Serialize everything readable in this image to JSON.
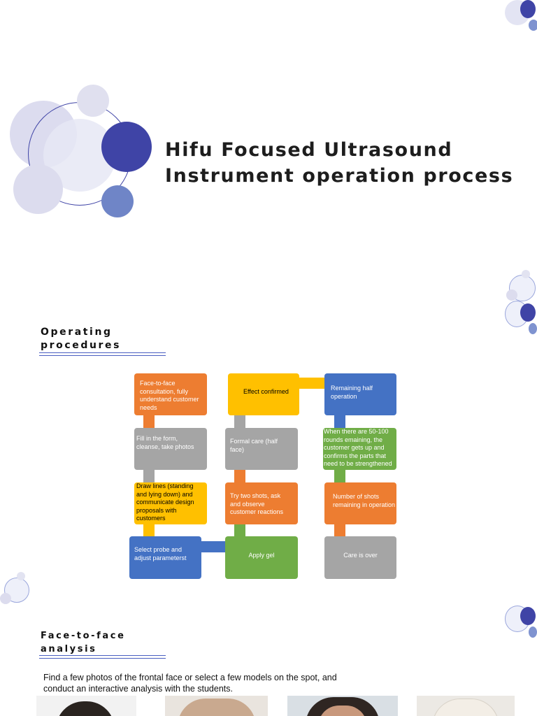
{
  "title": {
    "line1": "Hifu Focused Ultrasound",
    "line2": "Instrument operation process"
  },
  "sections": {
    "procedures": {
      "line1": "Operating",
      "line2": "procedures"
    },
    "analysis": {
      "line1": "Face-to-face",
      "line2": "analysis"
    }
  },
  "colors": {
    "orange": "#ed7d31",
    "gray": "#a5a5a5",
    "yellow": "#ffc000",
    "blue": "#4472c4",
    "green": "#70ad47",
    "accent": "#3f44a6"
  },
  "flow": {
    "steps": [
      {
        "id": "s1",
        "label": "Face-to-face consultation, fully understand customer needs"
      },
      {
        "id": "s2",
        "label": "Fill in the form, cleanse, take photos"
      },
      {
        "id": "s3",
        "label": "Draw lines (standing and lying down) and communicate design proposals with customers"
      },
      {
        "id": "s4",
        "label": "Select probe and adjust parameterst"
      },
      {
        "id": "s5",
        "label": "Apply gel"
      },
      {
        "id": "s6",
        "label": "Try two shots, ask and observe customer reactions"
      },
      {
        "id": "s7",
        "label": "Formal care (half face)"
      },
      {
        "id": "s8",
        "label": "Effect confirmed"
      },
      {
        "id": "s9",
        "label": "Remaining half operation"
      },
      {
        "id": "s10",
        "label": "When there are 50-100 rounds emaining, the customer gets up and confirms the parts that need to be strengthened"
      },
      {
        "id": "s11",
        "label": "Number of shots remaining in operation"
      },
      {
        "id": "s12",
        "label": "Care is over"
      }
    ]
  },
  "analysis_text": "Find a few photos of the frontal face or select a few models on the spot, and conduct an interactive analysis with the students."
}
